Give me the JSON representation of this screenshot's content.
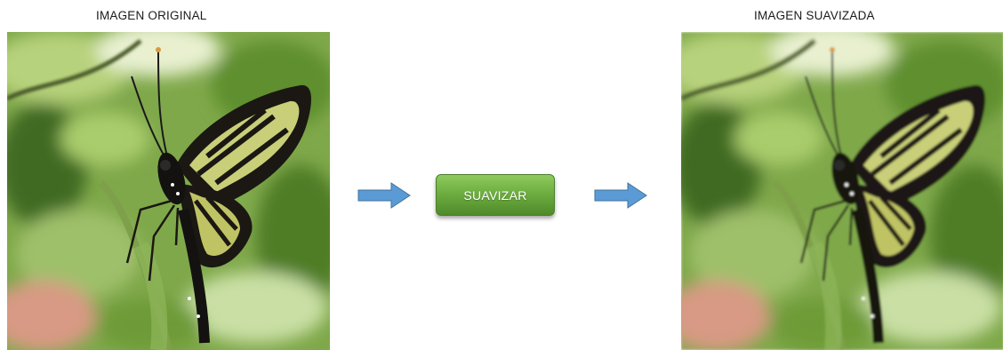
{
  "original": {
    "title": "IMAGEN ORIGINAL"
  },
  "smoothed": {
    "title": "IMAGEN SUAVIZADA"
  },
  "action": {
    "label": "SUAVIZAR"
  },
  "colors": {
    "arrow": "#5b9bd5",
    "button": "#6eae41",
    "foliage": "#6f9e3b",
    "wing_pane": "#c9cf78"
  },
  "icons": [
    "right-arrow-icon",
    "butterfly-photo"
  ]
}
